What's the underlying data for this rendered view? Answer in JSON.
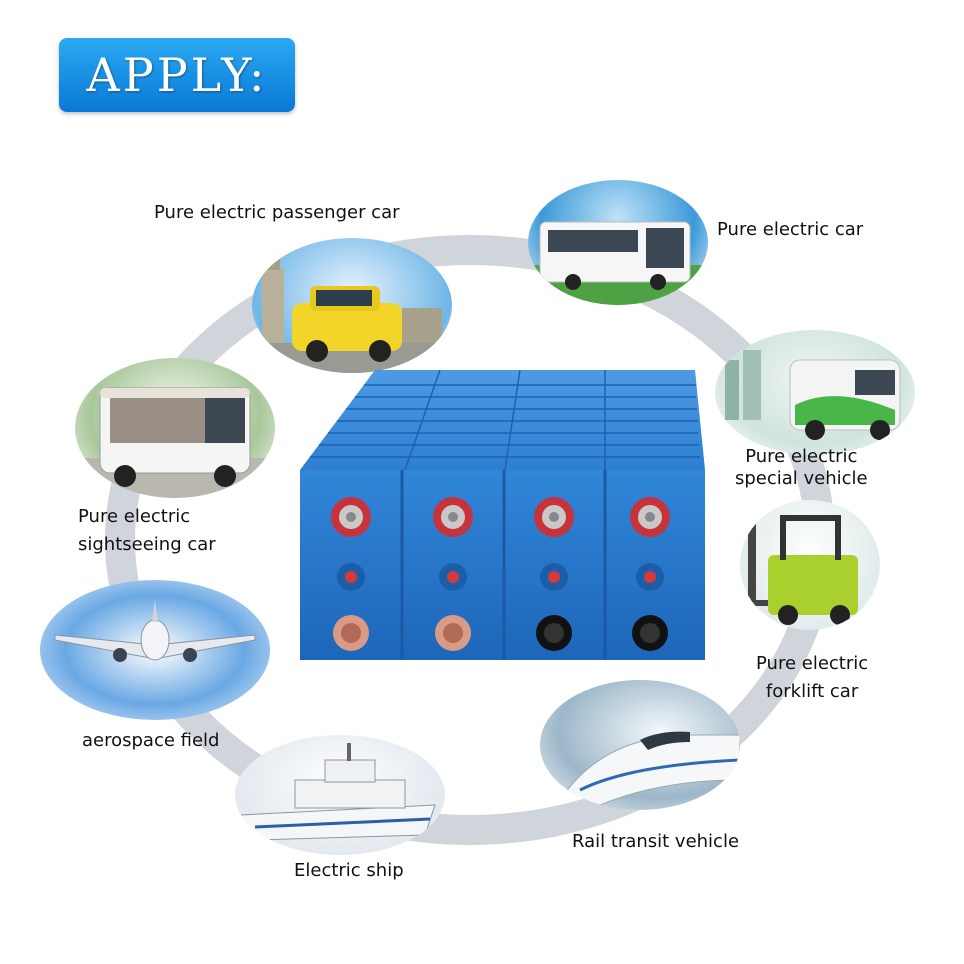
{
  "header": {
    "title": "APPLY:"
  },
  "applications": [
    {
      "label": "Pure electric passenger car"
    },
    {
      "label": "Pure electric car"
    },
    {
      "label_line1": "Pure electric",
      "label_line2": "special vehicle"
    },
    {
      "label_line1": "Pure electric",
      "label_line2": "forklift car"
    },
    {
      "label": "Rail transit vehicle"
    },
    {
      "label": "Electric ship"
    },
    {
      "label": "aerospace field"
    },
    {
      "label_line1": "Pure electric",
      "label_line2": "sightseeing car"
    }
  ],
  "colors": {
    "badge": "#1593e6",
    "battery": "#2a7fd4",
    "ring": "#c9ced6"
  }
}
